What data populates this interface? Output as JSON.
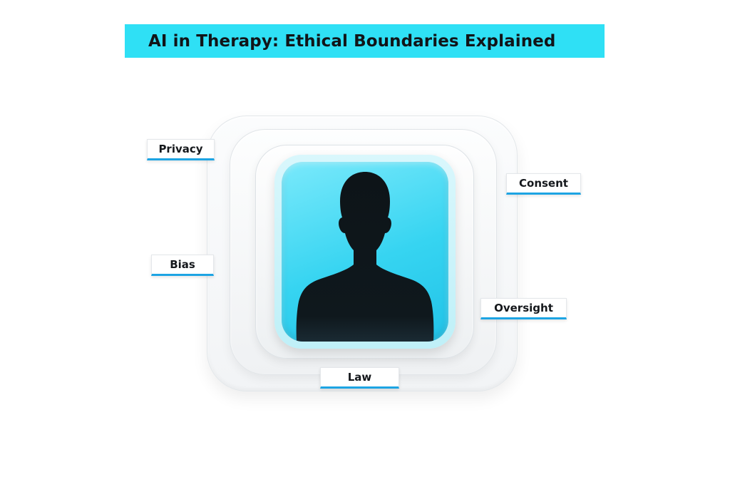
{
  "title": "AI in Therapy: Ethical Boundaries Explained",
  "labels": {
    "privacy": "Privacy",
    "consent": "Consent",
    "bias": "Bias",
    "oversight": "Oversight",
    "law": "Law"
  },
  "icons": {
    "core": "person-silhouette-icon"
  },
  "colors": {
    "banner": "#2fe0f5",
    "core_accent": "#36d4f1",
    "label_underline": "#1da4e3",
    "silhouette": "#0d1418"
  }
}
